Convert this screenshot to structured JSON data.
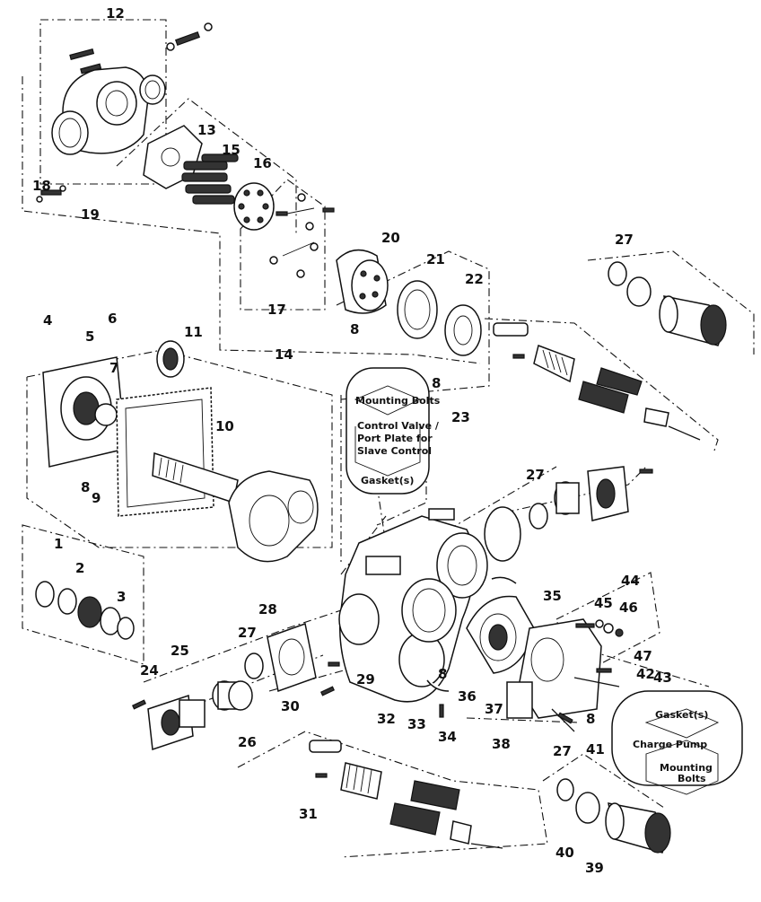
{
  "labels": {
    "p1": "1",
    "p2": "2",
    "p3": "3",
    "p4": "4",
    "p5": "5",
    "p6": "6",
    "p7": "7",
    "p8a": "8",
    "p8b": "8",
    "p8c": "8",
    "p8d": "8",
    "p8e": "8",
    "p9": "9",
    "p10": "10",
    "p11": "11",
    "p12": "12",
    "p13": "13",
    "p14": "14",
    "p15": "15",
    "p16": "16",
    "p17": "17",
    "p18": "18",
    "p19": "19",
    "p20": "20",
    "p21": "21",
    "p22": "22",
    "p23": "23",
    "p24": "24",
    "p25": "25",
    "p26": "26",
    "p27a": "27",
    "p27b": "27",
    "p27c": "27",
    "p27d": "27",
    "p28": "28",
    "p29": "29",
    "p30": "30",
    "p31": "31",
    "p32": "32",
    "p33": "33",
    "p34": "34",
    "p35": "35",
    "p36": "36",
    "p37": "37",
    "p38": "38",
    "p39": "39",
    "p40": "40",
    "p41": "41",
    "p42": "42",
    "p43": "43",
    "p44": "44",
    "p45": "45",
    "p46": "46",
    "p47": "47"
  },
  "kit23": {
    "line1": "Mounting Bolts",
    "line2": "Control Valve /",
    "line3": "Port Plate for",
    "line4": "Slave Control",
    "line5": "Gasket(s)"
  },
  "kit43": {
    "line1": "Gasket(s)",
    "line2": "Charge Pump",
    "line3": "Mounting",
    "line4": "Bolts"
  }
}
